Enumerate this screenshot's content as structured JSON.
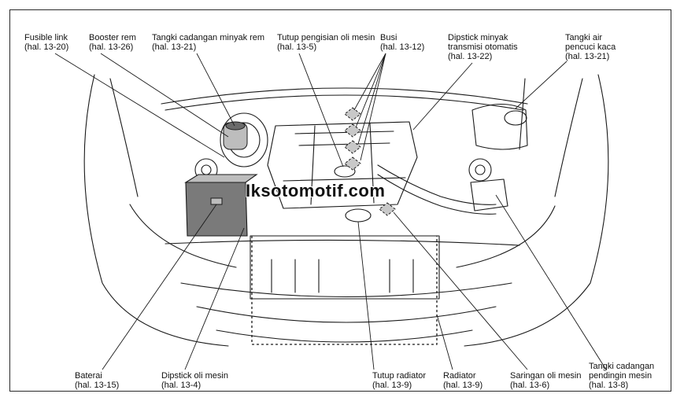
{
  "colors": {
    "line": "#1a1a1a",
    "fill_dark": "#6b6b6b",
    "fill_mid": "#a8a8a8",
    "fill_light": "#d9d9d9"
  },
  "labels": {
    "fusible_link": {
      "name": "Fusible link",
      "ref": "(hal. 13-20)"
    },
    "booster_rem": {
      "name": "Booster rem",
      "ref": "(hal. 13-26)"
    },
    "tangki_minyak_rem": {
      "name": "Tangki cadangan minyak rem",
      "ref": "(hal. 13-21)"
    },
    "tutup_oli": {
      "name": "Tutup pengisian oli mesin",
      "ref": "(hal. 13-5)"
    },
    "busi": {
      "name": "Busi",
      "ref": "(hal. 13-12)"
    },
    "dipstick_transmisi": {
      "name": "Dipstick minyak",
      "name2": "transmisi otomatis",
      "ref": "(hal. 13-22)"
    },
    "tangki_air": {
      "name": "Tangki air",
      "name2": "pencuci kaca",
      "ref": "(hal. 13-21)"
    },
    "baterai": {
      "name": "Baterai",
      "ref": "(hal. 13-15)"
    },
    "dipstick_oli": {
      "name": "Dipstick oli mesin",
      "ref": "(hal. 13-4)"
    },
    "tutup_radiator": {
      "name": "Tutup radiator",
      "ref": "(hal. 13-9)"
    },
    "radiator": {
      "name": "Radiator",
      "ref": "(hal. 13-9)"
    },
    "saringan_oli": {
      "name": "Saringan oli mesin",
      "ref": "(hal. 13-6)"
    },
    "tangki_pendingin": {
      "name": "Tangki cadangan",
      "name2": "pendingin mesin",
      "ref": "(hal. 13-8)"
    }
  },
  "watermark": "Iksotomotif.com"
}
